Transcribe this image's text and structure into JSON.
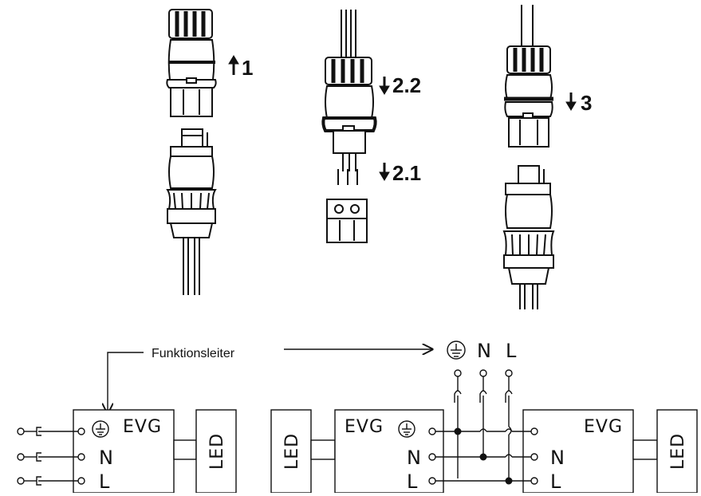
{
  "steps": {
    "step1": "1",
    "step2_2": "2.2",
    "step2_1": "2.1",
    "step3": "3"
  },
  "annotation": {
    "functional_conductor": "Funktionsleiter"
  },
  "terminals": {
    "evg": "EVG",
    "led": "LED",
    "neutral": "N",
    "line": "L"
  },
  "colors": {
    "line": "#111111",
    "background": "#ffffff"
  }
}
